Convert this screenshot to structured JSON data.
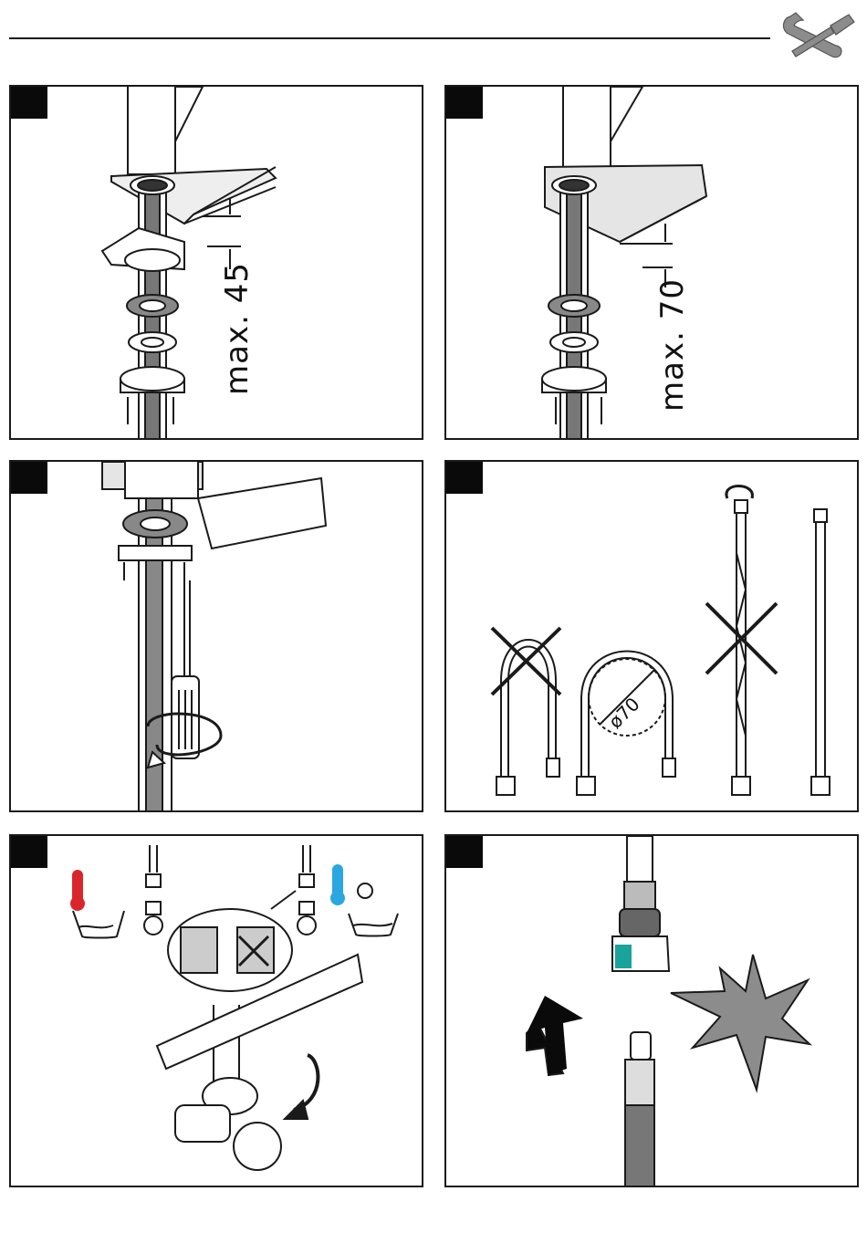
{
  "header": {
    "tools_icon": "wrench-screwdriver-icon"
  },
  "steps": [
    {
      "id": 1,
      "dimension_label": "max. 45",
      "icons": [
        "faucet-shank",
        "horseshoe-washer",
        "rubber-gasket",
        "mounting-flange",
        "screw"
      ]
    },
    {
      "id": 2,
      "dimension_label": "max. 70",
      "icons": [
        "faucet-shank",
        "rubber-gasket",
        "mounting-flange",
        "screw"
      ]
    },
    {
      "id": 3,
      "icons": [
        "mounting-flange",
        "screwdriver",
        "rotate-arrow"
      ]
    },
    {
      "id": 4,
      "diameter_label": "ø70",
      "icons": [
        "hose-bent-wrong",
        "hose-loop-correct",
        "hose-twisted-wrong",
        "hose-straight-correct",
        "rotate-arrow"
      ]
    },
    {
      "id": 5,
      "icons": [
        "hot-water-thermometer",
        "cold-water-snowflake",
        "thread-detail",
        "angle-valve",
        "wrench"
      ]
    },
    {
      "id": 6,
      "icons": [
        "quick-connector",
        "up-arrow",
        "click-star"
      ]
    }
  ],
  "colors": {
    "line": "#1a1a1a",
    "hot": "#d9262b",
    "cold": "#2aa6e0",
    "accent_teal": "#1aa39a",
    "grey": "#8c8c8c",
    "light_grey": "#d9d9d9"
  }
}
